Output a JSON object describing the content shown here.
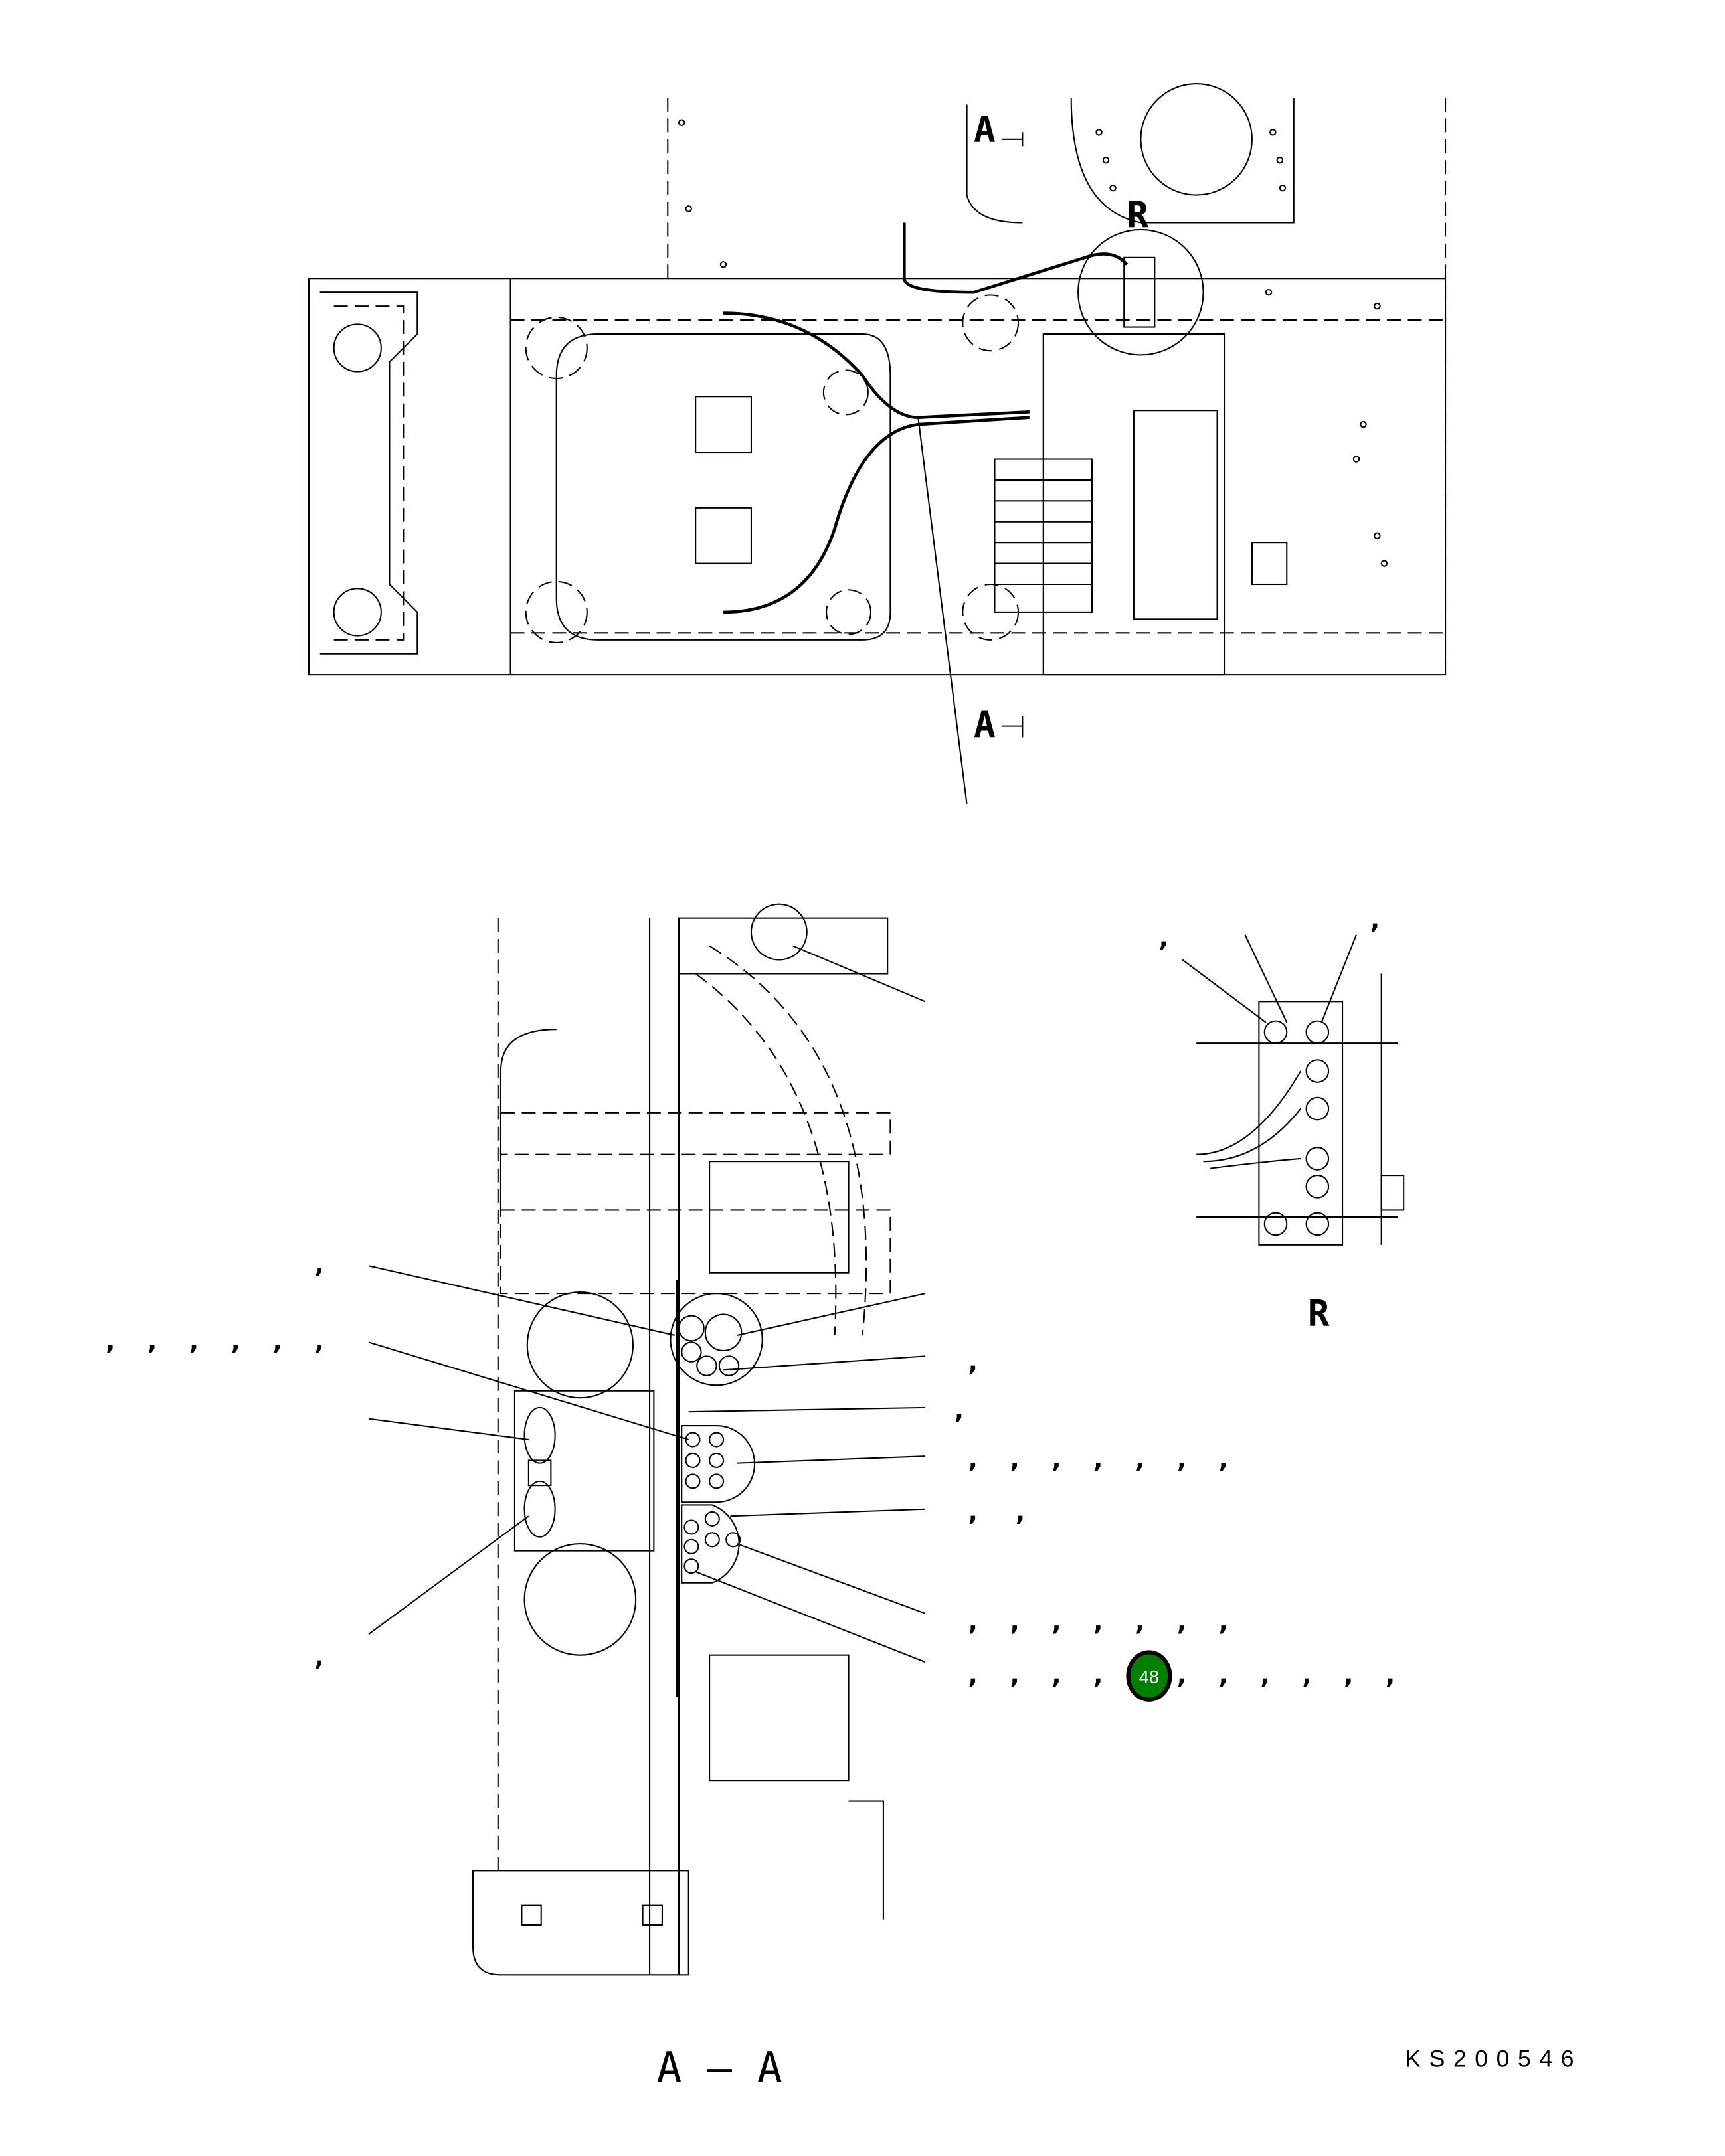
{
  "drawing": {
    "section_marker_top": "A",
    "section_marker_bottom": "A",
    "detail_marker": "R",
    "detail_title": "R",
    "section_title": "A – A",
    "drawing_code": "KS200546"
  },
  "callouts": {
    "detail_r": [
      ",",
      ","
    ],
    "section_left": [
      ",",
      ",",
      ",",
      ",",
      ",",
      ",",
      ",",
      ","
    ],
    "section_right_row1": [
      ","
    ],
    "section_right_row2": [
      ","
    ],
    "section_right_row3": [
      ",",
      ",",
      ",",
      ",",
      ",",
      ",",
      ","
    ],
    "section_right_row4": [
      ",",
      ","
    ],
    "section_right_row5": [
      ",",
      ",",
      ",",
      ",",
      ",",
      ",",
      ","
    ],
    "section_right_row6_before": [
      ",",
      ",",
      ",",
      ","
    ],
    "section_right_row6_after": [
      ",",
      ",",
      ",",
      ",",
      ",",
      ","
    ]
  },
  "badge": {
    "number": "48",
    "color": "#008000"
  }
}
